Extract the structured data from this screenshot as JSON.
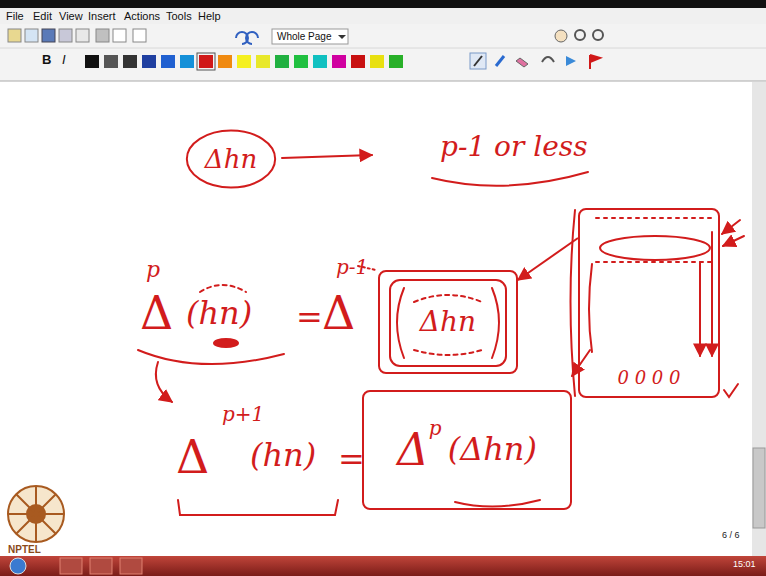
{
  "diagram": {
    "nodes": [
      {
        "text": [
          "Δhn"
        ]
      },
      {
        "text": [
          "Δhn"
        ]
      },
      {
        "text": [
          "Δ",
          "p",
          "(Δhn)"
        ]
      },
      {
        "text": [
          "0 0 0 0"
        ]
      }
    ],
    "edges": [
      {
        "from": 3,
        "to": 1,
        "arrow": "to"
      }
    ],
    "labels": [
      "File",
      "Edit",
      "View",
      "Insert",
      "Actions",
      "Tools",
      "Help",
      "Whole Page",
      "B",
      "I",
      "p-1 or less",
      "p",
      "Δ",
      "(hn)",
      "=",
      "p-1",
      "Δ",
      "p+1",
      "Δ",
      "(hn)",
      "=",
      "6 / 6",
      "15:01",
      "NPTEL"
    ]
  }
}
